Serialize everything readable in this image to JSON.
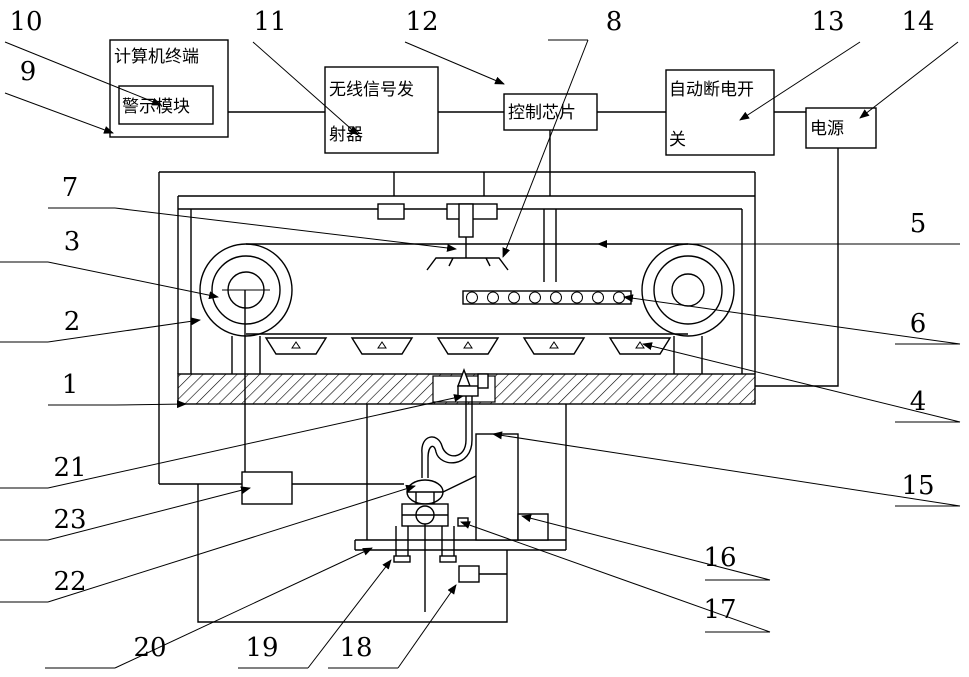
{
  "blocks": {
    "computer_terminal": "计算机终端",
    "alarm_module": "警示模块",
    "wireless_line1": "无线信号发",
    "wireless_line2": "射器",
    "control_chip": "控制芯片",
    "auto_switch_line1": "自动断电开",
    "auto_switch_line2": "关",
    "power_supply": "电源"
  },
  "labels": [
    "1",
    "2",
    "3",
    "4",
    "5",
    "6",
    "7",
    "8",
    "9",
    "10",
    "11",
    "12",
    "13",
    "14",
    "15",
    "16",
    "17",
    "18",
    "19",
    "20",
    "21",
    "22",
    "23"
  ]
}
